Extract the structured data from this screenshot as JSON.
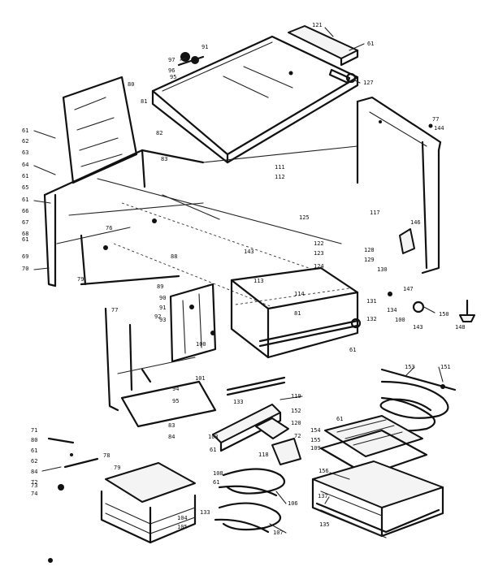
{
  "callouts": [
    {
      "id": "c121",
      "text": "121"
    },
    {
      "id": "c61a",
      "text": "61"
    },
    {
      "id": "c97",
      "text": "97"
    },
    {
      "id": "c96",
      "text": "96"
    },
    {
      "id": "c95",
      "text": "95"
    },
    {
      "id": "c91a",
      "text": "91"
    },
    {
      "id": "c127",
      "text": "127"
    },
    {
      "id": "c80a",
      "text": "80"
    },
    {
      "id": "c81a",
      "text": "81"
    },
    {
      "id": "c77a",
      "text": "77"
    },
    {
      "id": "c144",
      "text": "144"
    },
    {
      "id": "c61b",
      "text": "61"
    },
    {
      "id": "c62a",
      "text": "62"
    },
    {
      "id": "c63",
      "text": "63"
    },
    {
      "id": "c64",
      "text": "64"
    },
    {
      "id": "c61c",
      "text": "61"
    },
    {
      "id": "c65",
      "text": "65"
    },
    {
      "id": "c61d",
      "text": "61"
    },
    {
      "id": "c66",
      "text": "66"
    },
    {
      "id": "c67",
      "text": "67"
    },
    {
      "id": "c68",
      "text": "68"
    },
    {
      "id": "c61e",
      "text": "61"
    },
    {
      "id": "c69",
      "text": "69"
    },
    {
      "id": "c70",
      "text": "70"
    },
    {
      "id": "c82",
      "text": "82"
    },
    {
      "id": "c83a",
      "text": "83"
    },
    {
      "id": "c111",
      "text": "111"
    },
    {
      "id": "c112",
      "text": "112"
    },
    {
      "id": "c117",
      "text": "117"
    },
    {
      "id": "c146",
      "text": "146"
    },
    {
      "id": "c125",
      "text": "125"
    },
    {
      "id": "c122",
      "text": "122"
    },
    {
      "id": "c123",
      "text": "123"
    },
    {
      "id": "c124",
      "text": "124"
    },
    {
      "id": "c128",
      "text": "128"
    },
    {
      "id": "c129",
      "text": "129"
    },
    {
      "id": "c130",
      "text": "130"
    },
    {
      "id": "c143a",
      "text": "143"
    },
    {
      "id": "c76",
      "text": "76"
    },
    {
      "id": "c88",
      "text": "88"
    },
    {
      "id": "c79",
      "text": "79"
    },
    {
      "id": "c77b",
      "text": "77"
    },
    {
      "id": "c89",
      "text": "89"
    },
    {
      "id": "c90",
      "text": "90"
    },
    {
      "id": "c91b",
      "text": "91"
    },
    {
      "id": "c92",
      "text": "92"
    },
    {
      "id": "c93",
      "text": "93"
    },
    {
      "id": "c113",
      "text": "113"
    },
    {
      "id": "c114",
      "text": "114"
    },
    {
      "id": "c81b",
      "text": "81"
    },
    {
      "id": "c131",
      "text": "131"
    },
    {
      "id": "c132",
      "text": "132"
    },
    {
      "id": "c147",
      "text": "147"
    },
    {
      "id": "c134",
      "text": "134"
    },
    {
      "id": "c100a",
      "text": "100"
    },
    {
      "id": "c143b",
      "text": "143"
    },
    {
      "id": "c150",
      "text": "150"
    },
    {
      "id": "c148",
      "text": "148"
    },
    {
      "id": "c100b",
      "text": "100"
    },
    {
      "id": "c101",
      "text": "101"
    },
    {
      "id": "c61f",
      "text": "61"
    },
    {
      "id": "c94",
      "text": "94"
    },
    {
      "id": "c95b",
      "text": "95"
    },
    {
      "id": "c83b",
      "text": "83"
    },
    {
      "id": "c84",
      "text": "84"
    },
    {
      "id": "c133a",
      "text": "133"
    },
    {
      "id": "c119",
      "text": "119"
    },
    {
      "id": "c152",
      "text": "152"
    },
    {
      "id": "c120",
      "text": "120"
    },
    {
      "id": "c72a",
      "text": "72"
    },
    {
      "id": "c118",
      "text": "118"
    },
    {
      "id": "c103a",
      "text": "103"
    },
    {
      "id": "c61g",
      "text": "61"
    },
    {
      "id": "c153",
      "text": "153"
    },
    {
      "id": "c151",
      "text": "151"
    },
    {
      "id": "c61h",
      "text": "61"
    },
    {
      "id": "c154",
      "text": "154"
    },
    {
      "id": "c155",
      "text": "155"
    },
    {
      "id": "c109",
      "text": "109"
    },
    {
      "id": "c156",
      "text": "156"
    },
    {
      "id": "c71",
      "text": "71"
    },
    {
      "id": "c80b",
      "text": "80"
    },
    {
      "id": "c61i",
      "text": "61"
    },
    {
      "id": "c62b",
      "text": "62"
    },
    {
      "id": "c84b",
      "text": "84"
    },
    {
      "id": "c72b",
      "text": "72"
    },
    {
      "id": "c73",
      "text": "73"
    },
    {
      "id": "c74",
      "text": "74"
    },
    {
      "id": "c78",
      "text": "78"
    },
    {
      "id": "c79b",
      "text": "79"
    },
    {
      "id": "c108",
      "text": "108"
    },
    {
      "id": "c61j",
      "text": "61"
    },
    {
      "id": "c106",
      "text": "106"
    },
    {
      "id": "c104",
      "text": "104"
    },
    {
      "id": "c105",
      "text": "105"
    },
    {
      "id": "c133b",
      "text": "133"
    },
    {
      "id": "c107",
      "text": "107"
    },
    {
      "id": "c137",
      "text": "137"
    },
    {
      "id": "c135",
      "text": "135"
    }
  ]
}
